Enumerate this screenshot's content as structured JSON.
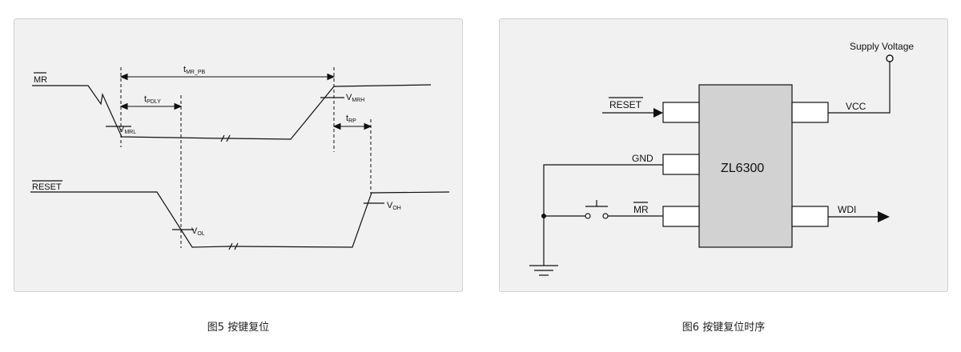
{
  "timing": {
    "mr": "MR",
    "reset": "RESET",
    "t_mr_pb": {
      "main": "t",
      "sub": "MR_PB"
    },
    "t_pdly": {
      "main": "t",
      "sub": "PDLY"
    },
    "t_rp": {
      "main": "t",
      "sub": "RP"
    },
    "v_mrh": {
      "main": "V",
      "sub": "MRH"
    },
    "v_mrl": {
      "main": "V",
      "sub": "MRL"
    },
    "v_ol": {
      "main": "V",
      "sub": "OL"
    },
    "v_oh": {
      "main": "V",
      "sub": "OH"
    }
  },
  "circuit": {
    "supply": "Supply Voltage",
    "chip": "ZL6300",
    "reset": "RESET",
    "gnd": "GND",
    "mr": "MR",
    "vcc": "VCC",
    "wdi": "WDI"
  },
  "captions": {
    "left": "图5  按键复位",
    "right": "图6  按键复位时序"
  }
}
